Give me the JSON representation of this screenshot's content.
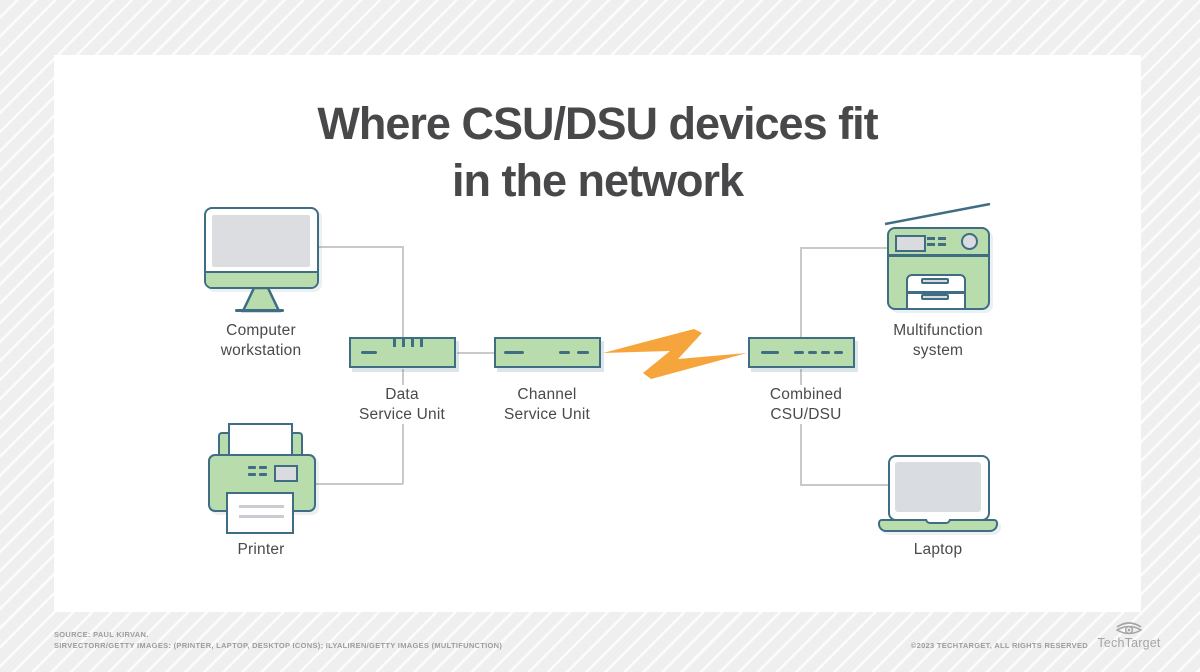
{
  "title": {
    "line1": "Where CSU/DSU devices fit",
    "line2": "in the network"
  },
  "nodes": {
    "workstation": {
      "line1": "Computer",
      "line2": "workstation"
    },
    "printer": {
      "line1": "Printer"
    },
    "dsu": {
      "line1": "Data",
      "line2": "Service Unit"
    },
    "csu": {
      "line1": "Channel",
      "line2": "Service Unit"
    },
    "combined": {
      "line1": "Combined",
      "line2": "CSU/DSU"
    },
    "multifunction": {
      "line1": "Multifunction",
      "line2": "system"
    },
    "laptop": {
      "line1": "Laptop"
    }
  },
  "footer": {
    "source_line1": "SOURCE: PAUL KIRVAN.",
    "source_line2": "SIRVECTORR/GETTY IMAGES: (PRINTER, LAPTOP, DESKTOP ICONS); ILYALIREN/GETTY IMAGES (MULTIFUNCTION)",
    "copyright": "©2023 TECHTARGET, ALL RIGHTS RESERVED",
    "brand": "TechTarget"
  },
  "colors": {
    "device_green": "#b9dcad",
    "outline_blue": "#3f6d84",
    "bolt_orange": "#f6a43c",
    "connector_gray": "#c9c9c9",
    "title_charcoal": "#48484a",
    "label_gray": "#4a4a4a",
    "footer_gray": "#9d9d9d",
    "background_stripe": "#efefef",
    "card_white": "#ffffff",
    "screen_gray": "#dbdde0"
  }
}
